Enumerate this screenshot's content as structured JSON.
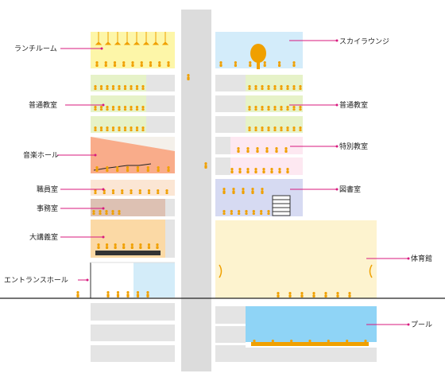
{
  "labels": {
    "lunch_room": "ランチルーム",
    "classroom_left": "普通教室",
    "music_hall": "音楽ホール",
    "staff_room": "職員室",
    "office": "事務室",
    "lecture_room": "大講義室",
    "entrance_hall": "エントランスホール",
    "sky_lounge": "スカイラウンジ",
    "classroom_right": "普通教室",
    "special_classroom": "特別教室",
    "library": "図書室",
    "gymnasium": "体育館",
    "pool": "プール"
  },
  "colors": {
    "leader": "#d8197e",
    "figure": "#f0a000",
    "core": "#dcdcdc",
    "floor_gray": "#e4e4e4",
    "lunch": "#fdf6a8",
    "classroom": "#e6f2c8",
    "music": "#f9ac8a",
    "staff": "#fbe6d4",
    "office": "#ddc1b3",
    "lecture": "#fbd9a5",
    "entrance_glass": "#d3ecf9",
    "sky": "#d3ecfa",
    "special": "#fde8f1",
    "library": "#d6daf2",
    "gym": "#fdf3cf",
    "pool": "#8fd4f6"
  }
}
